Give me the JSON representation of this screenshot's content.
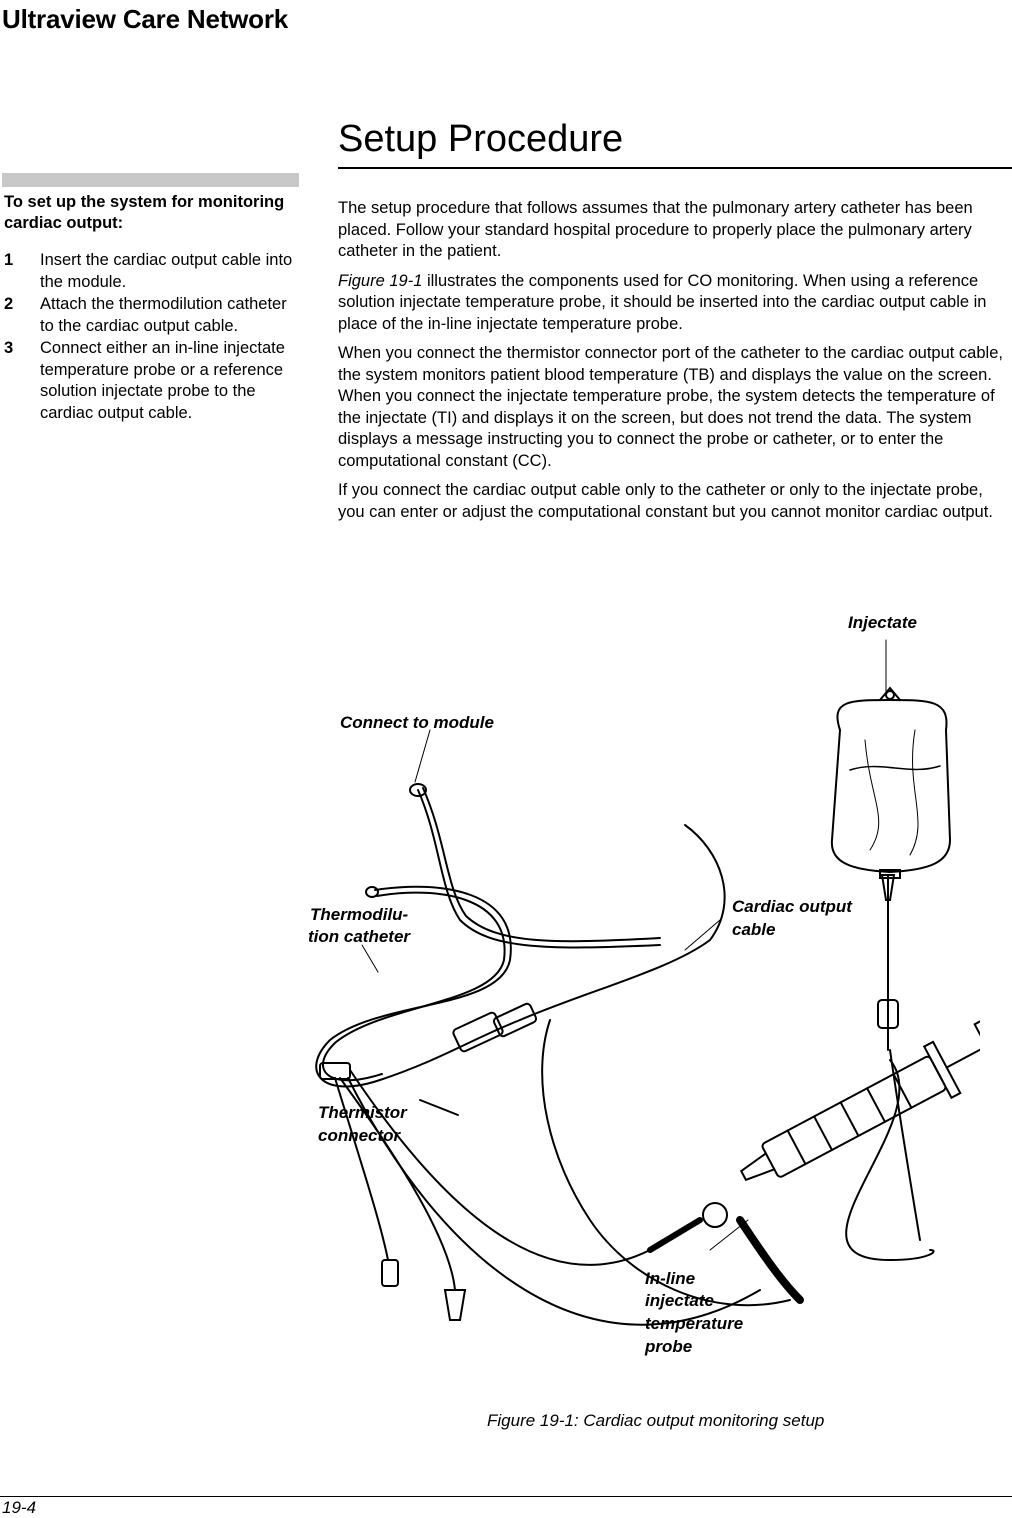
{
  "header": {
    "title": "Ultraview Care Network"
  },
  "section": {
    "title": "Setup Procedure"
  },
  "sidebar": {
    "heading": "To set up the system for monitoring cardiac output:",
    "steps": [
      {
        "num": "1",
        "text": "Insert the cardiac output cable into the module."
      },
      {
        "num": "2",
        "text": "Attach the thermodilution catheter to the cardiac output cable."
      },
      {
        "num": "3",
        "text": "Connect either an in-line injectate temperature probe or a reference solution injectate probe to the cardiac output cable."
      }
    ]
  },
  "body": {
    "p1": "The setup procedure that follows assumes that the pulmonary artery catheter has been placed. Follow your standard hospital procedure to properly place the pulmonary artery catheter in the patient.",
    "p2_ref": "Figure 19-1",
    "p2_rest": " illustrates the components used for CO monitoring. When using a reference solution injectate temperature probe, it should be inserted into the cardiac output cable in place of the in-line injectate temperature probe.",
    "p3": "When you connect the thermistor connector port of the catheter to the cardiac output cable, the system monitors patient blood temperature (TB) and displays the value on the screen. When you connect the injectate temperature probe, the system detects the temperature of the injectate (TI) and displays it on the screen, but does not trend the data. The system displays a message instructing you to connect the probe or catheter, or to enter the computational constant (CC).",
    "p4": "If you connect the cardiac output cable only to the catheter or only to the injectate probe, you can enter or adjust the computational constant but you cannot monitor cardiac output."
  },
  "figure": {
    "labels": {
      "injectate": "Injectate",
      "connect_module": "Connect to module",
      "thermodilution_1": "Thermodilu-",
      "thermodilution_2": "tion catheter",
      "cardiac_output_1": "Cardiac output",
      "cardiac_output_2": "cable",
      "thermistor_1": "Thermistor",
      "thermistor_2": "connector",
      "inline_1": "In-line",
      "inline_2": "injectate",
      "inline_3": "temperature",
      "inline_4": "probe"
    },
    "caption": "Figure 19-1: Cardiac output monitoring setup"
  },
  "footer": {
    "page": "19-4"
  }
}
